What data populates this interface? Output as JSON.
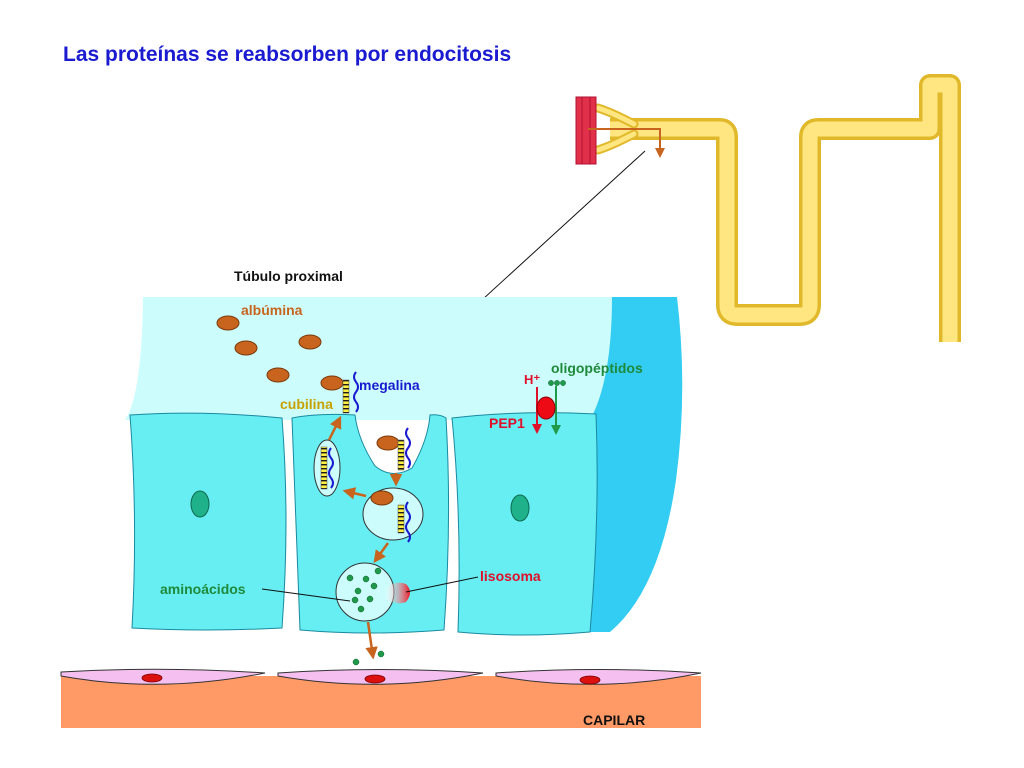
{
  "title": "Las proteínas se reabsorben por endocitosis",
  "labels": {
    "tubule": "Túbulo proximal",
    "albumin": "albúmina",
    "megalin": "megalina",
    "cubilin": "cubilina",
    "hplus": "H⁺",
    "pep1": "PEP1",
    "oligopeptides": "oligopéptidos",
    "lysosome": "lisosoma",
    "amino_acids": "aminoácidos",
    "capillary": "CAPILAR"
  },
  "colors": {
    "title": "#1a1ad0",
    "lumen": "#ccfcfc",
    "cell": "#66eef2",
    "cell_dark": "#33ccf2",
    "nucleus": "#1fb28a",
    "albumin": "#c8641e",
    "megalin": "#1a1ad0",
    "cubilin_stripe": "#ffee44",
    "hplus": "#e0102a",
    "oligopeptide": "#1f9a4a",
    "capillary": "#ff9a66",
    "endothelium": "#f5c0f0",
    "rbc": "#dd1010",
    "nephron": "#ffe680",
    "nephron_outline": "#e0b82a",
    "glomerulus": "#e0304a",
    "arrow": "#c8641e"
  }
}
